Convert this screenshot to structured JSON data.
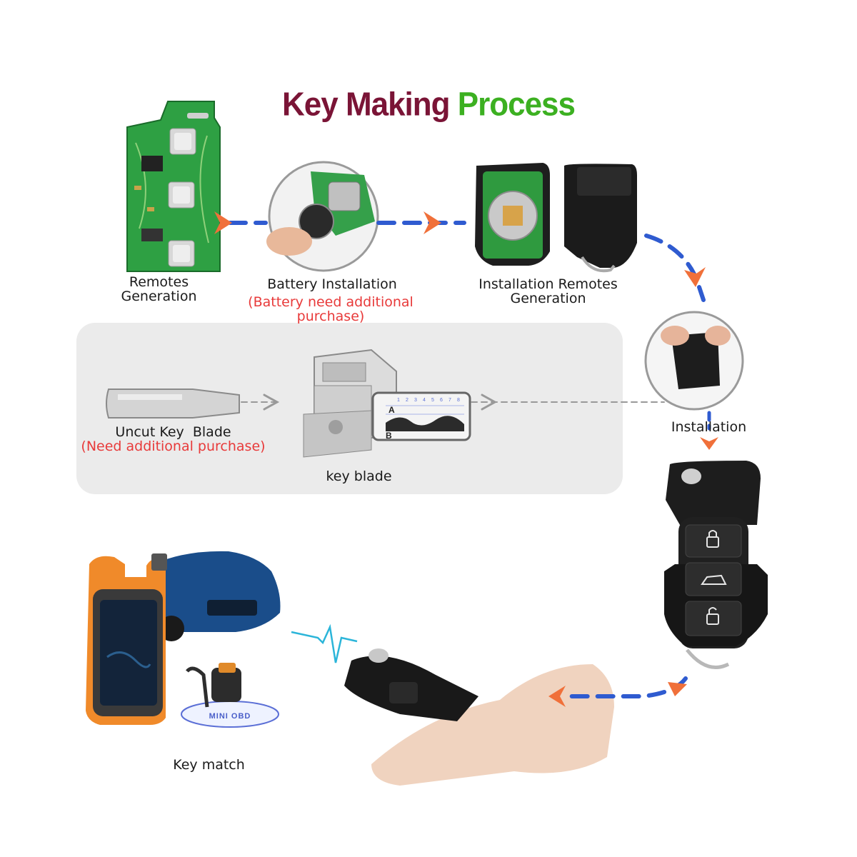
{
  "title": {
    "part1": "Key Making",
    "part2": "Process"
  },
  "steps": {
    "remotes_generation": "Remotes\nGeneration",
    "battery_installation": "Battery Installation",
    "battery_note": "(Battery need additional purchase)",
    "installation_remotes_generation": "Installation Remotes\nGeneration",
    "installation": "Installation",
    "uncut_key_blade": "Uncut Key  Blade",
    "uncut_note": "(Need additional purchase)",
    "key_blade": "key blade",
    "key_match": "Key match"
  },
  "device": {
    "obd_label": "MINI OBD"
  },
  "blade_chart": {
    "row_a": "A",
    "row_b": "B",
    "digits": [
      "1",
      "2",
      "3",
      "4",
      "5",
      "6",
      "7",
      "8"
    ]
  },
  "colors": {
    "title_dark": "#7a1436",
    "title_green": "#3cb021",
    "arrow_blue": "#2f5bd0",
    "arrow_orange": "#f0703a",
    "note_red": "#e83a3a"
  }
}
